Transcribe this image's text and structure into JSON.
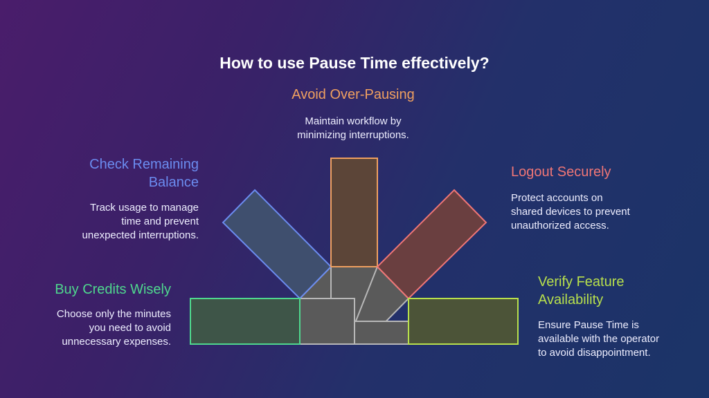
{
  "title": "How to use Pause Time effectively?",
  "items": [
    {
      "heading": "Avoid Over-Pausing",
      "desc1": "Maintain workflow by",
      "desc2": "minimizing interruptions.",
      "color": "#f0a060"
    },
    {
      "heading1": "Check Remaining",
      "heading2": "Balance",
      "desc1": "Track usage to manage",
      "desc2": "time and prevent",
      "desc3": "unexpected interruptions.",
      "color": "#6b8cf0"
    },
    {
      "heading": "Logout Securely",
      "desc1": "Protect accounts on",
      "desc2": "shared devices to prevent",
      "desc3": "unauthorized access.",
      "color": "#f07676"
    },
    {
      "heading": "Buy Credits Wisely",
      "desc1": "Choose only the minutes",
      "desc2": "you need to avoid",
      "desc3": "unnecessary expenses.",
      "color": "#4fd88e"
    },
    {
      "heading1": "Verify Feature",
      "heading2": "Availability",
      "desc1": "Ensure Pause Time is",
      "desc2": "available with the operator",
      "desc3": "to avoid disappointment.",
      "color": "#b8e04c"
    }
  ]
}
